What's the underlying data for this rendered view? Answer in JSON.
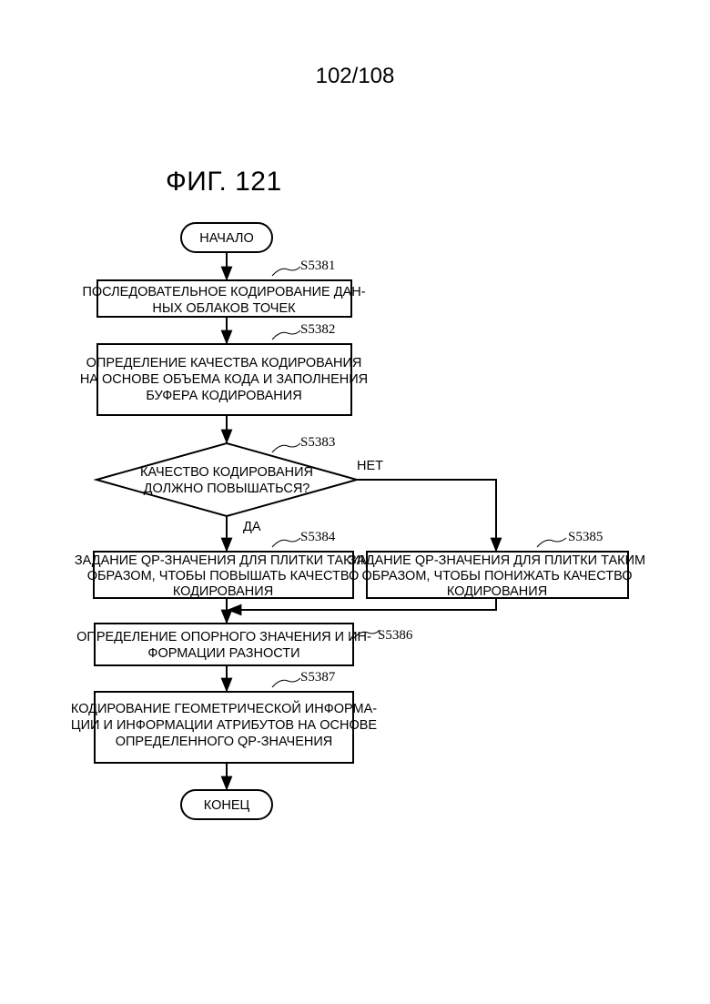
{
  "page_number": "102/108",
  "figure_title": "ФИГ. 121",
  "nodes": {
    "start": {
      "lines": [
        "НАЧАЛО"
      ]
    },
    "s5381": {
      "step": "S5381",
      "lines": [
        "ПОСЛЕДОВАТЕЛЬНОЕ КОДИРОВАНИЕ ДАН-",
        "НЫХ ОБЛАКОВ ТОЧЕК"
      ]
    },
    "s5382": {
      "step": "S5382",
      "lines": [
        "ОПРЕДЕЛЕНИЕ КАЧЕСТВА КОДИРОВАНИЯ",
        "НА ОСНОВЕ ОБЪЕМА КОДА И ЗАПОЛНЕНИЯ",
        "БУФЕРА КОДИРОВАНИЯ"
      ]
    },
    "s5383": {
      "step": "S5383",
      "lines": [
        "КАЧЕСТВО КОДИРОВАНИЯ",
        "ДОЛЖНО ПОВЫШАТЬСЯ?"
      ]
    },
    "s5384": {
      "step": "S5384",
      "lines": [
        "ЗАДАНИЕ QP-ЗНАЧЕНИЯ ДЛЯ ПЛИТКИ ТАКИМ",
        "ОБРАЗОМ, ЧТОБЫ ПОВЫШАТЬ КАЧЕСТВО",
        "КОДИРОВАНИЯ"
      ]
    },
    "s5385": {
      "step": "S5385",
      "lines": [
        "ЗАДАНИЕ QP-ЗНАЧЕНИЯ ДЛЯ ПЛИТКИ ТАКИМ",
        "ОБРАЗОМ, ЧТОБЫ ПОНИЖАТЬ КАЧЕСТВО",
        "КОДИРОВАНИЯ"
      ]
    },
    "s5386": {
      "step": "S5386",
      "lines": [
        "ОПРЕДЕЛЕНИЕ ОПОРНОГО ЗНАЧЕНИЯ И ИН-",
        "ФОРМАЦИИ РАЗНОСТИ"
      ]
    },
    "s5387": {
      "step": "S5387",
      "lines": [
        "КОДИРОВАНИЕ ГЕОМЕТРИЧЕСКОЙ ИНФОРМА-",
        "ЦИИ И ИНФОРМАЦИИ АТРИБУТОВ НА ОСНОВЕ",
        "ОПРЕДЕЛЕННОГО QP-ЗНАЧЕНИЯ"
      ]
    },
    "end": {
      "lines": [
        "КОНЕЦ"
      ]
    }
  },
  "branch_labels": {
    "no": "НЕТ",
    "yes": "ДА"
  }
}
